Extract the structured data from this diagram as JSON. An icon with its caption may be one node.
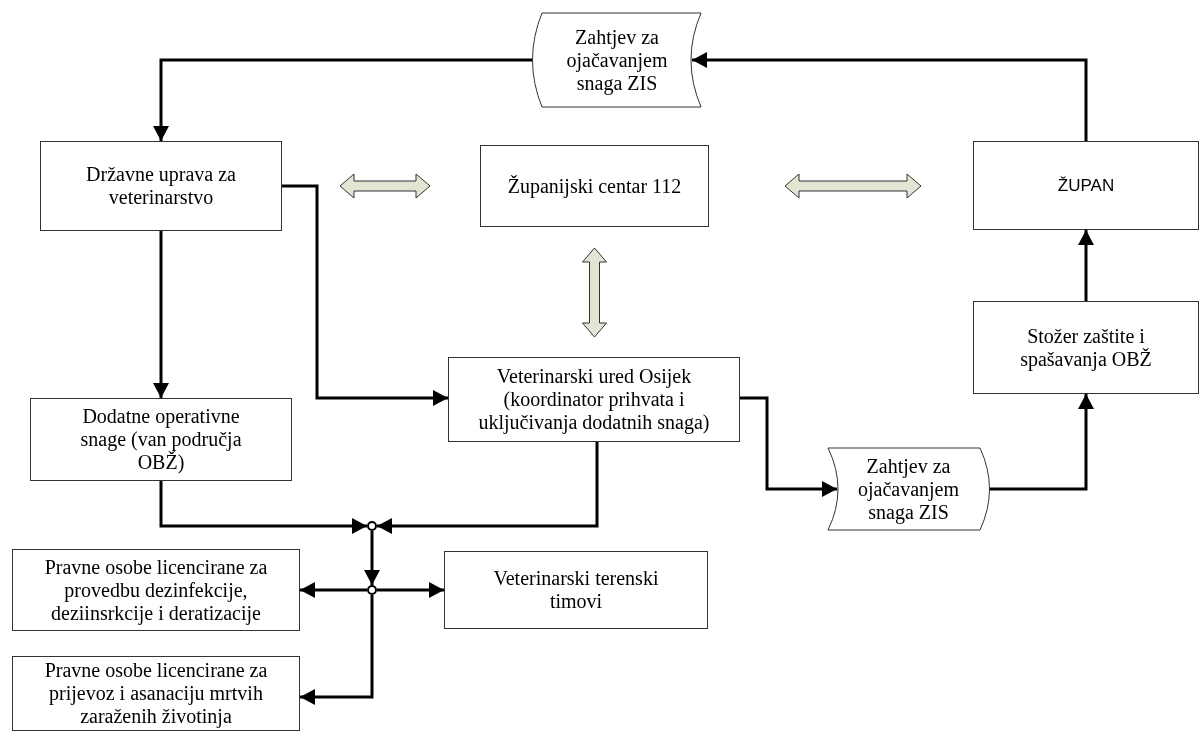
{
  "diagram": {
    "nodes": [
      {
        "text": [
          "Zahtjev za ojačavanjem snaga ZIS"
        ]
      },
      {
        "text": [
          "Državne uprava za veterinarstvo"
        ]
      },
      {
        "text": [
          "Županijski centar 112"
        ]
      },
      {
        "text": [
          "ŽUPAN"
        ]
      },
      {
        "text": [
          "Veterinarski ured Osijek (koordinator prihvata i uključivanja dodatnih snaga)"
        ]
      },
      {
        "text": [
          "Stožer zaštite i spašavanja OBŽ"
        ]
      },
      {
        "text": [
          "Dodatne operativne snage (van područja OBŽ)"
        ]
      },
      {
        "text": [
          "Zahtjev za ojačavanjem snaga ZIS"
        ]
      },
      {
        "text": [
          "Pravne osobe licencirane za provedbu dezinfekcije, deziinsrkcije i deratizacije"
        ]
      },
      {
        "text": [
          "Veterinarski terenski timovi"
        ]
      },
      {
        "text": [
          "Pravne osobe licencirane za prijevoz i asanaciju mrtvih zaraženih životinja"
        ]
      },
      {
        "text": [],
        "shape": "circle"
      },
      {
        "text": [],
        "shape": "circle"
      }
    ],
    "edges": [
      {
        "from": 0,
        "to": 1,
        "arrow": "to"
      },
      {
        "from": 3,
        "to": 0,
        "arrow": "to"
      },
      {
        "from": 1,
        "to": 2,
        "arrow": "both",
        "style": "thick",
        "color": "#e1e6d3"
      },
      {
        "from": 2,
        "to": 3,
        "arrow": "both",
        "style": "thick",
        "color": "#e1e6d3"
      },
      {
        "from": 2,
        "to": 4,
        "arrow": "both",
        "style": "thick",
        "color": "#e1e6d3"
      },
      {
        "from": 1,
        "to": 6,
        "arrow": "to"
      },
      {
        "from": 1,
        "to": 4,
        "arrow": "to"
      },
      {
        "from": 4,
        "to": 7,
        "arrow": "to"
      },
      {
        "from": 7,
        "to": 5,
        "arrow": "to"
      },
      {
        "from": 5,
        "to": 3,
        "arrow": "to"
      },
      {
        "from": 6,
        "to": 11,
        "arrow": "to"
      },
      {
        "from": 4,
        "to": 11,
        "arrow": "to"
      },
      {
        "from": 11,
        "to": 12,
        "arrow": "to"
      },
      {
        "from": 12,
        "to": 8,
        "arrow": "to"
      },
      {
        "from": 12,
        "to": 9,
        "arrow": "to"
      },
      {
        "from": 12,
        "to": 10,
        "arrow": "to"
      }
    ]
  }
}
